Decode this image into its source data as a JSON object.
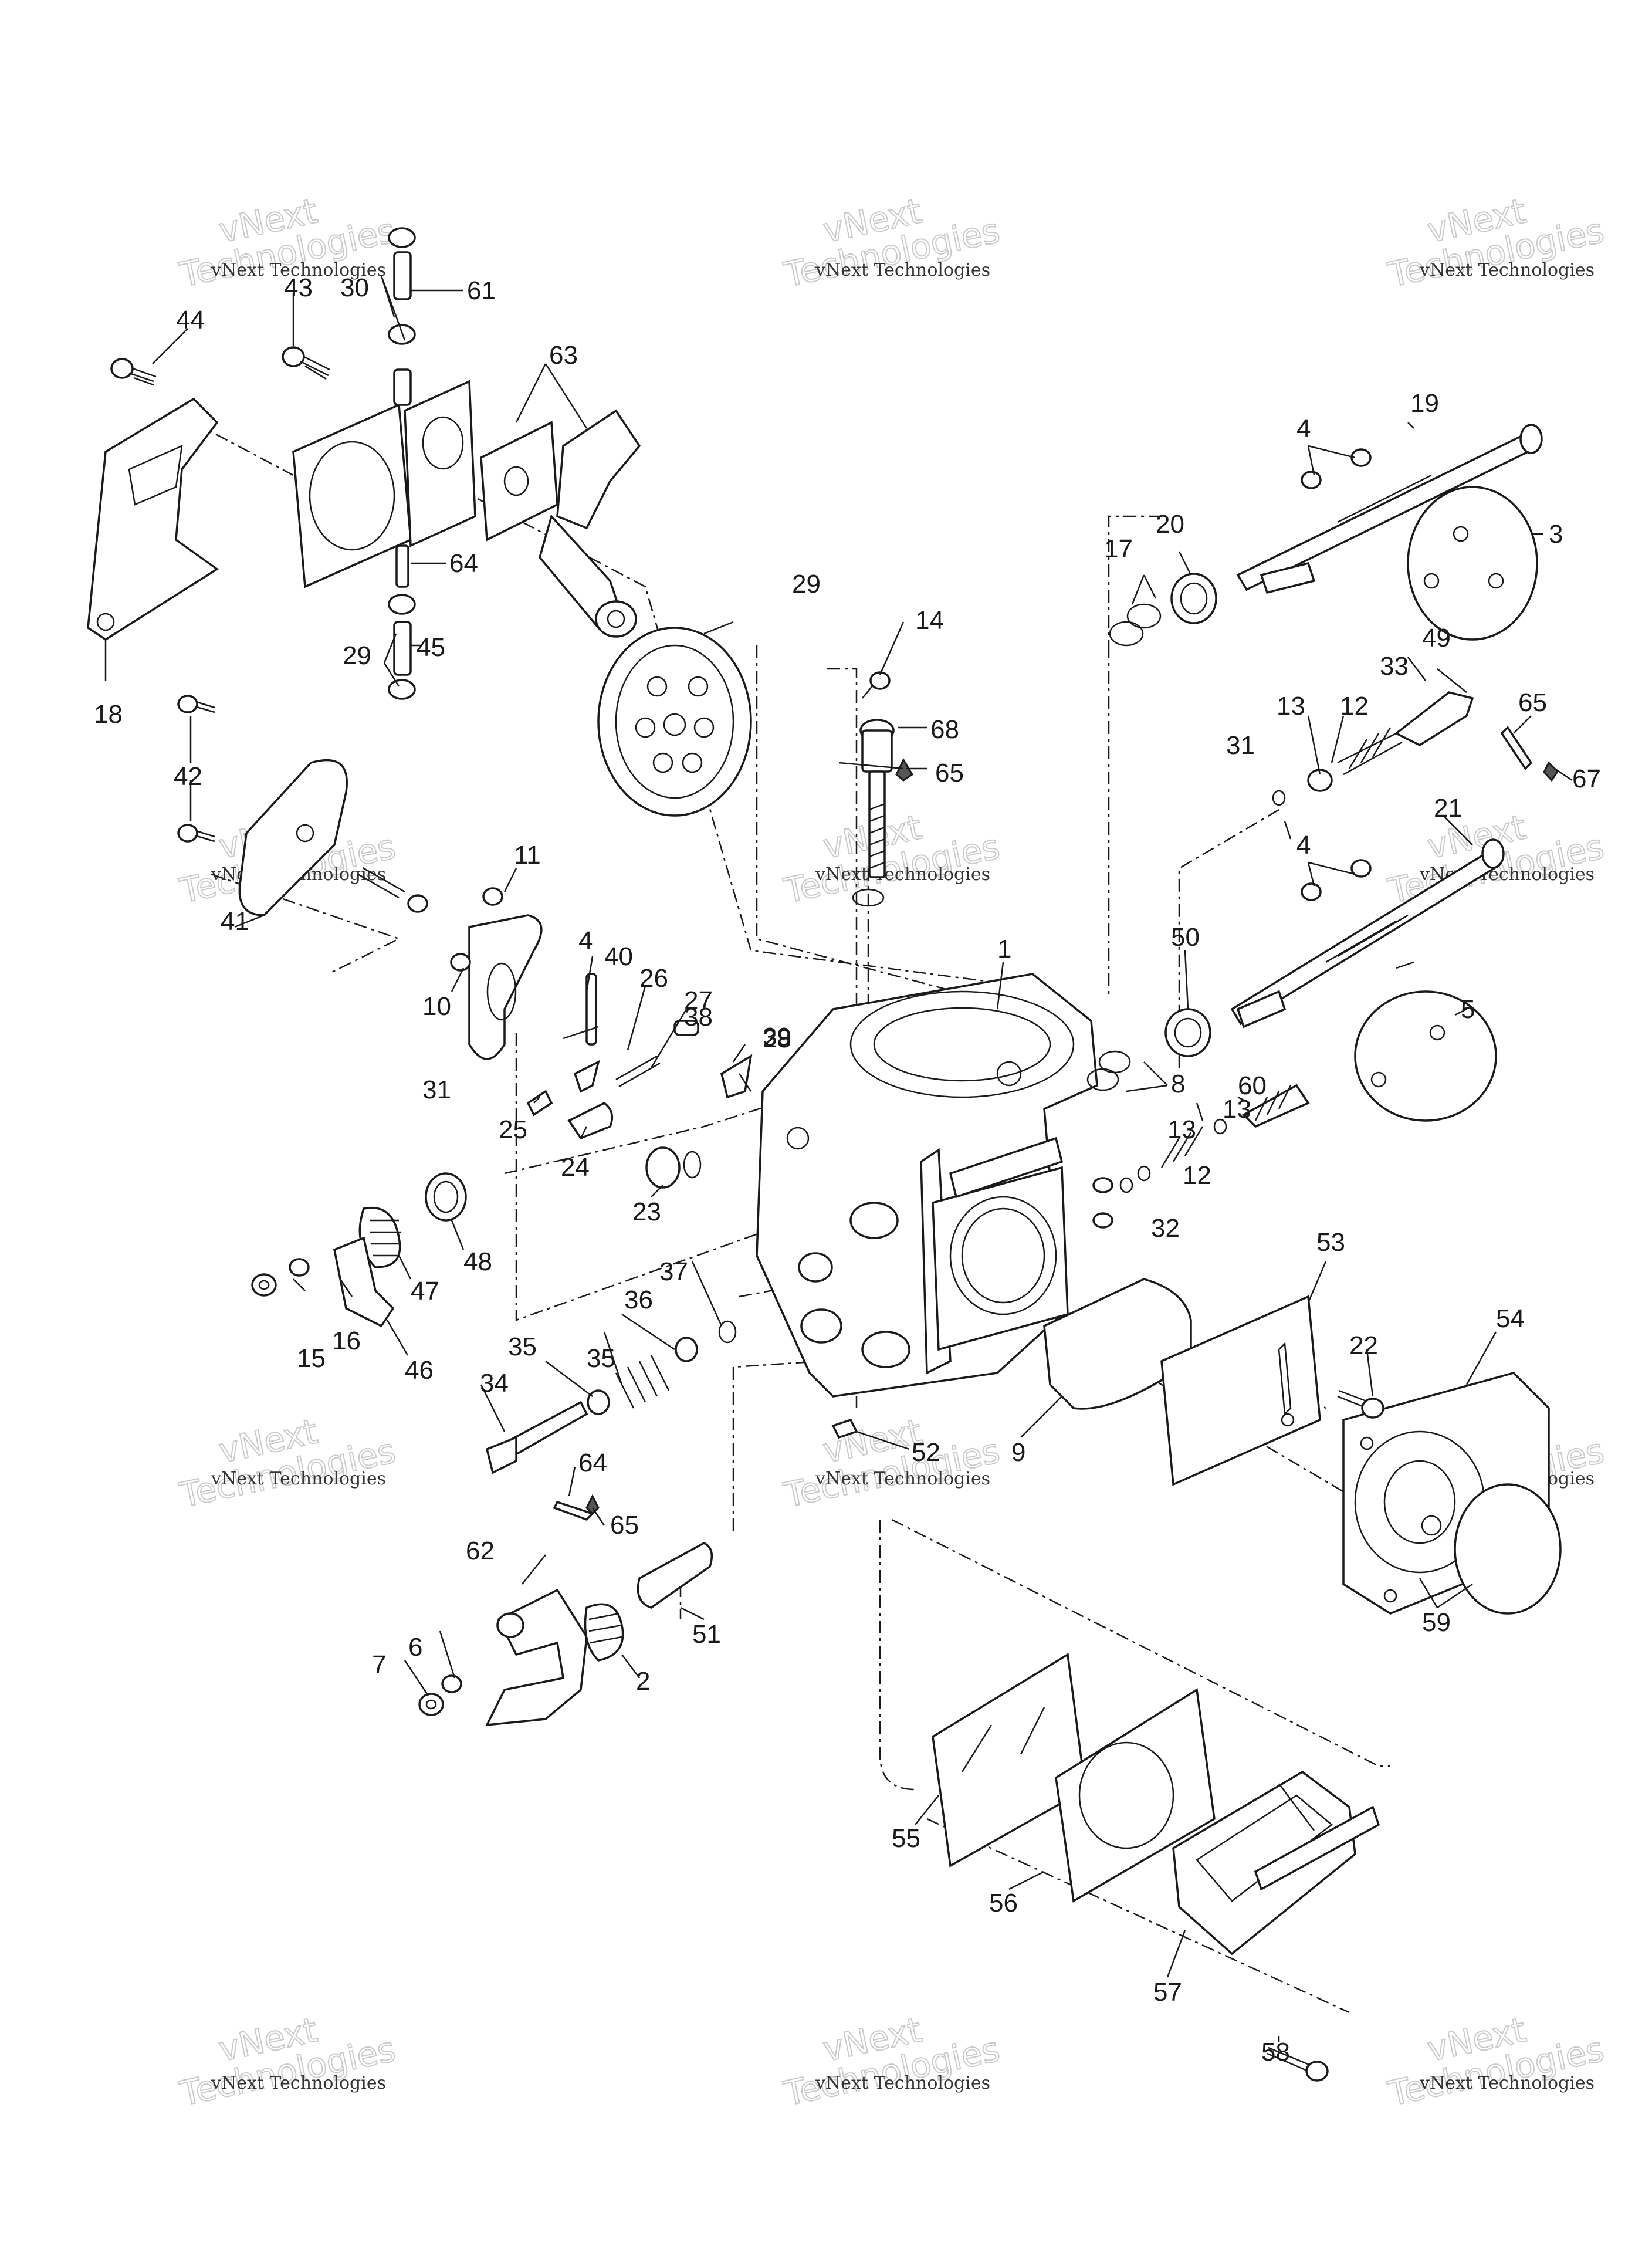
{
  "watermarks": [
    {
      "small": "vNext Technologies",
      "big_top": "vNext",
      "big_bottom": "Technologies"
    },
    {
      "small": "vNext Technologies",
      "big_top": "vNext",
      "big_bottom": "Technologies"
    },
    {
      "small": "vNext Technologies",
      "big_top": "vNext",
      "big_bottom": "Technologies"
    },
    {
      "small": "vNext Technologies",
      "big_top": "vNext",
      "big_bottom": "Technologies"
    },
    {
      "small": "vNext Technologies",
      "big_top": "vNext",
      "big_bottom": "Technologies"
    },
    {
      "small": "vNext Technologies",
      "big_top": "vNext",
      "big_bottom": "Technologies"
    },
    {
      "small": "vNext Technologies",
      "big_top": "vNext",
      "big_bottom": "Technologies"
    },
    {
      "small": "vNext Technologies",
      "big_top": "vNext",
      "big_bottom": "Technologies"
    },
    {
      "small": "vNext Technologies",
      "big_top": "vNext",
      "big_bottom": "Technologies"
    },
    {
      "small": "vNext Technologies",
      "big_top": "vNext",
      "big_bottom": "Technologies"
    },
    {
      "small": "vNext Technologies",
      "big_top": "vNext",
      "big_bottom": "Technologies"
    },
    {
      "small": "vNext Technologies",
      "big_top": "vNext",
      "big_bottom": "Technologies"
    }
  ],
  "callouts": [
    "1",
    "2",
    "3",
    "4",
    "4",
    "4",
    "5",
    "6",
    "7",
    "8",
    "9",
    "10",
    "11",
    "12",
    "12",
    "13",
    "13",
    "13",
    "14",
    "15",
    "16",
    "17",
    "18",
    "19",
    "20",
    "21",
    "22",
    "23",
    "24",
    "25",
    "26",
    "27",
    "28",
    "29",
    "29",
    "30",
    "31",
    "31",
    "32",
    "33",
    "34",
    "35",
    "35",
    "36",
    "37",
    "38",
    "39",
    "40",
    "41",
    "42",
    "43",
    "44",
    "45",
    "46",
    "47",
    "48",
    "49",
    "50",
    "51",
    "52",
    "53",
    "54",
    "55",
    "56",
    "57",
    "58",
    "59",
    "60",
    "61",
    "62",
    "63",
    "64",
    "64",
    "65",
    "65",
    "65",
    "67",
    "68"
  ],
  "colors": {
    "line": "#1a1a1a",
    "watermark": "#bdbdbd",
    "background": "#ffffff"
  }
}
